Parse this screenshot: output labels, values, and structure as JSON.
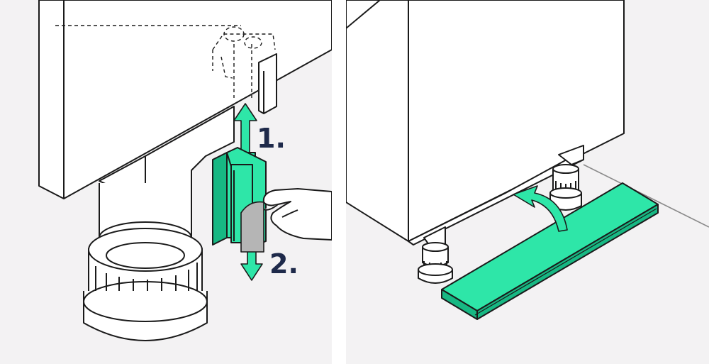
{
  "colors": {
    "background": "#F3F2F3",
    "outline": "#1A1A1A",
    "accent": "#2EE6A8",
    "accent_dark": "#17B883",
    "label": "#1E2A4A",
    "protective_film": "#B5B5B5",
    "cabinet_fill": "#FFFFFF"
  },
  "steps": [
    {
      "label": "1.",
      "arrow": "up"
    },
    {
      "label": "2.",
      "arrow": "down"
    }
  ],
  "icons": {
    "step1_arrow": "arrow-up-icon",
    "step2_arrow": "arrow-down-icon",
    "install_arrow": "curved-arrow-icon"
  }
}
